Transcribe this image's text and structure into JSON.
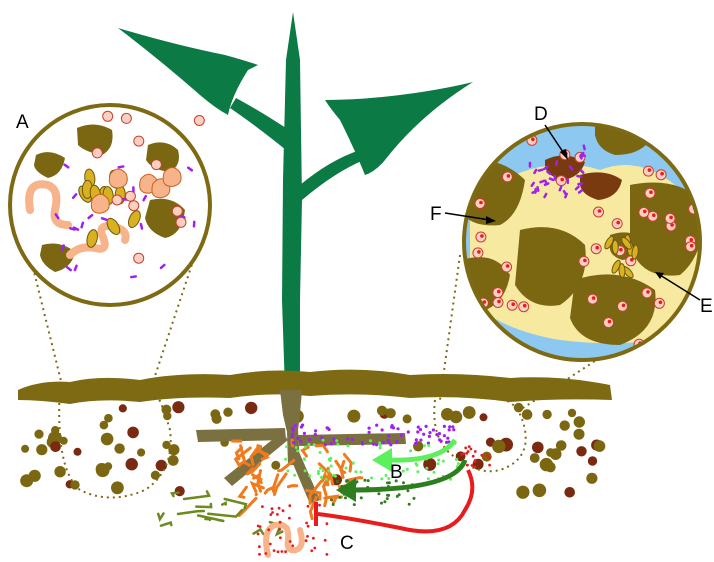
{
  "labels": {
    "a": "A",
    "b": "B",
    "c": "C",
    "d": "D",
    "e": "E",
    "f": "F"
  },
  "colors": {
    "plant": "#0c7a44",
    "soil": "#7d6a13",
    "soil_particle": "#7b6712",
    "root_main": "#7b7040",
    "root_hairs": "#f07a1e",
    "fungal_hyphae": "#6b8a1f",
    "exudate_purple": "#a020f0",
    "signal_light_green": "#5cf05c",
    "signal_dark_green": "#2e7d1e",
    "inhibition_red": "#e81c1c",
    "nematode": "#f7b48a",
    "water": "#8cc8f0",
    "pore_yellow": "#f7e9a0",
    "organic_matter": "#7a3a10"
  },
  "icons": [
    "plant",
    "leaf",
    "root-system",
    "soil-surface",
    "magnifier-circle",
    "nematode",
    "bacteria",
    "fungal-hyphae",
    "arrow",
    "inhibition-arrow"
  ]
}
